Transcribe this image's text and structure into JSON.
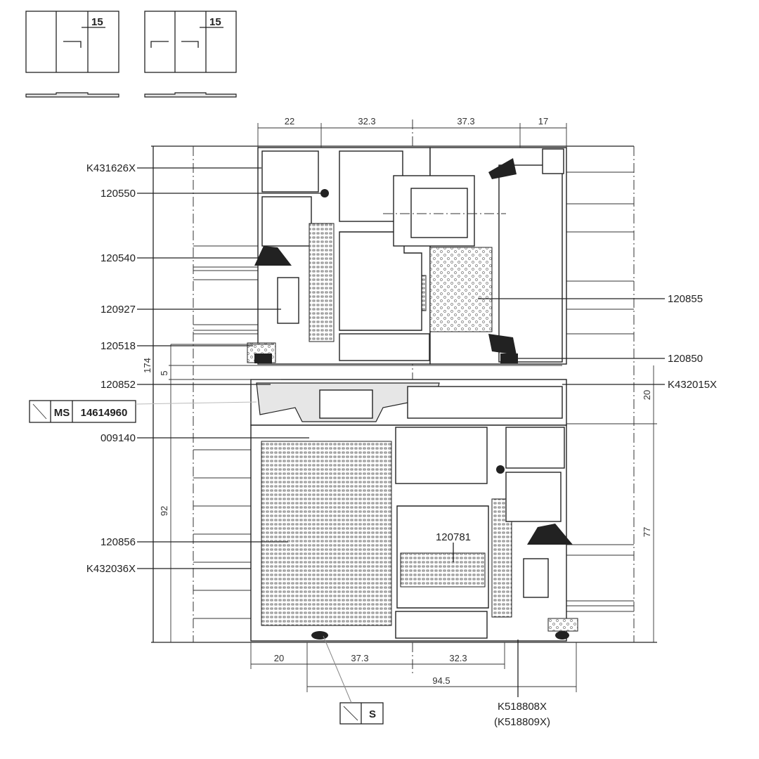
{
  "title": "Sliding window section detail",
  "legend_icons": [
    {
      "label": "15"
    },
    {
      "label": "15"
    }
  ],
  "callouts_left": [
    {
      "label": "K431626X"
    },
    {
      "label": "120550"
    },
    {
      "label": "120540"
    },
    {
      "label": "120927"
    },
    {
      "label": "120518"
    },
    {
      "label": "120852"
    },
    {
      "label": "009140"
    },
    {
      "label": "120856"
    },
    {
      "label": "K432036X"
    }
  ],
  "callouts_right": [
    {
      "label": "120855"
    },
    {
      "label": "120850"
    },
    {
      "label": "K432015X"
    }
  ],
  "inner_label": "120781",
  "dims_top": [
    "22",
    "32.3",
    "37.3",
    "17"
  ],
  "dims_bottom": [
    "20",
    "37.3",
    "32.3"
  ],
  "dim_total": "94.5",
  "dims_left": [
    "174",
    "5",
    "92"
  ],
  "dims_right": [
    "20",
    "77"
  ],
  "bottom_callout": [
    "K518808X",
    "(K518809X)"
  ],
  "ms_box": {
    "code": "MS",
    "number": "14614960"
  },
  "s_box": {
    "code": "S"
  }
}
